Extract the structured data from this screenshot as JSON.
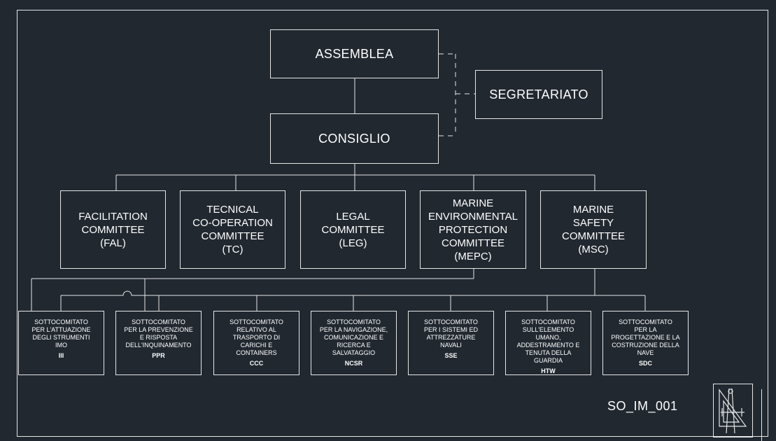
{
  "diagram": {
    "top": {
      "assemblea": "ASSEMBLEA",
      "segretariato": "SEGRETARIATO",
      "consiglio": "CONSIGLIO"
    },
    "committees": [
      {
        "label": "FACILITATION\nCOMMITTEE\n(FAL)"
      },
      {
        "label": "TECNICAL\nCO-OPERATION\nCOMMITTEE\n(TC)"
      },
      {
        "label": "LEGAL\nCOMMITTEE\n(LEG)"
      },
      {
        "label": "MARINE\nENVIRONMENTAL\nPROTECTION\nCOMMITTEE\n(MEPC)"
      },
      {
        "label": "MARINE\nSAFETY\nCOMMITTEE\n(MSC)"
      }
    ],
    "subcommittees": [
      {
        "text": "SOTTOCOMITATO\nPER L'ATTUAZIONE\nDEGLI STRUMENTI\nIMO",
        "code": "III"
      },
      {
        "text": "SOTTOCOMITATO\nPER LA PREVENZIONE\nE RISPOSTA\nDELL'INQUINAMENTO",
        "code": "PPR"
      },
      {
        "text": "SOTTOCOMITATO\nRELATIVO AL\nTRASPORTO DI\nCARICHI E\nCONTAINERS",
        "code": "CCC"
      },
      {
        "text": "SOTTOCOMITATO\nPER LA NAVIGAZIONE,\nCOMUNICAZIONE E\nRICERCA E\nSALVATAGGIO",
        "code": "NCSR"
      },
      {
        "text": "SOTTOCOMITATO\nPER I SISTEMI ED\nATTREZZATURE\nNAVALI",
        "code": "SSE"
      },
      {
        "text": "SOTTOCOMITATO\nSULL'ELEMENTO\nUMANO,\nADDESTRAMENTO E\nTENUTA DELLA\nGUARDIA",
        "code": "HTW"
      },
      {
        "text": "SOTTOCOMITATO\nPER LA\nPROGETTAZIONE E LA\nCOSTRUZIONE DELLA\nNAVE",
        "code": "SDC"
      }
    ],
    "drawing_code": "SO_IM_001"
  }
}
